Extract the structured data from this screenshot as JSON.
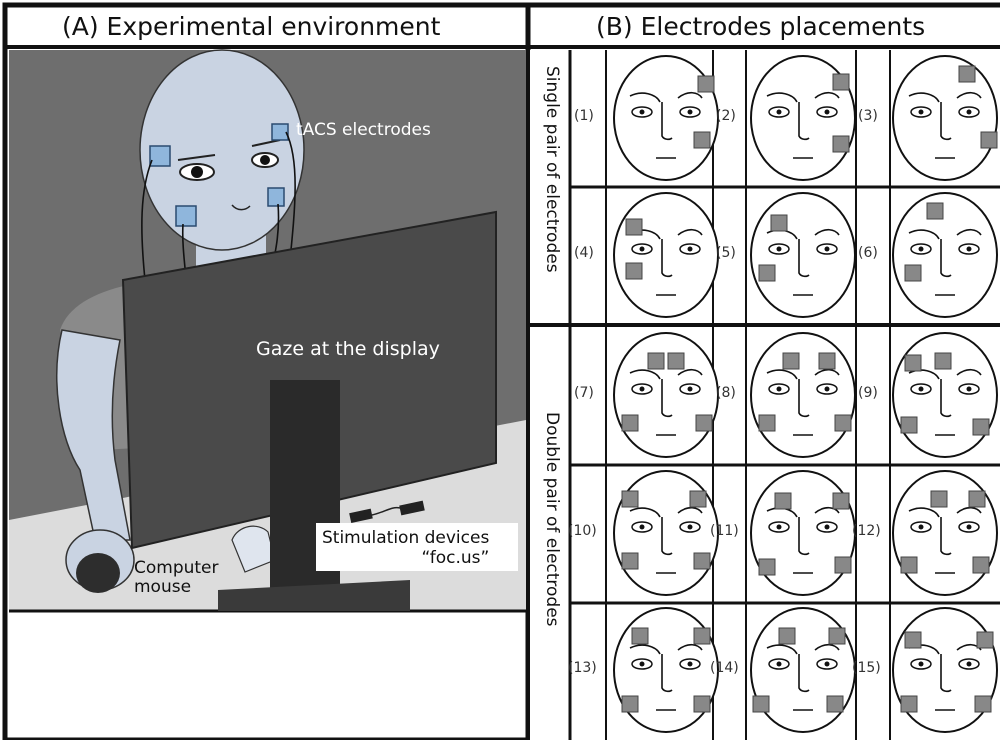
{
  "panel_a": {
    "title": "(A) Experimental environment",
    "label_tacs": "tACS electrodes",
    "label_gaze": "Gaze at the display",
    "label_stim_line1": "Stimulation devices",
    "label_stim_line2": "“foc.us”",
    "label_mouse_line1": "Computer",
    "label_mouse_line2": "mouse"
  },
  "panel_b": {
    "title": "(B) Electrodes placements",
    "row_label_single": "Single pair of electrodes",
    "row_label_double": "Double pair of electrodes",
    "placements": [
      {
        "label": "(1)"
      },
      {
        "label": "(2)"
      },
      {
        "label": "(3)"
      },
      {
        "label": "(4)"
      },
      {
        "label": "(5)"
      },
      {
        "label": "(6)"
      },
      {
        "label": "(7)"
      },
      {
        "label": "(8)"
      },
      {
        "label": "(9)"
      },
      {
        "label": "(10)"
      },
      {
        "label": "(11)"
      },
      {
        "label": "(12)"
      },
      {
        "label": "(13)"
      },
      {
        "label": "(14)"
      },
      {
        "label": "(15)"
      }
    ]
  },
  "colors": {
    "border": "#111111",
    "room": "#6b6b6b",
    "desk": "#d9d9d9",
    "skin": "#c8d3e3",
    "monitor": "#4a4a4a",
    "electrode_blue": "#8fb6dc",
    "electrode_gray": "#888888"
  }
}
